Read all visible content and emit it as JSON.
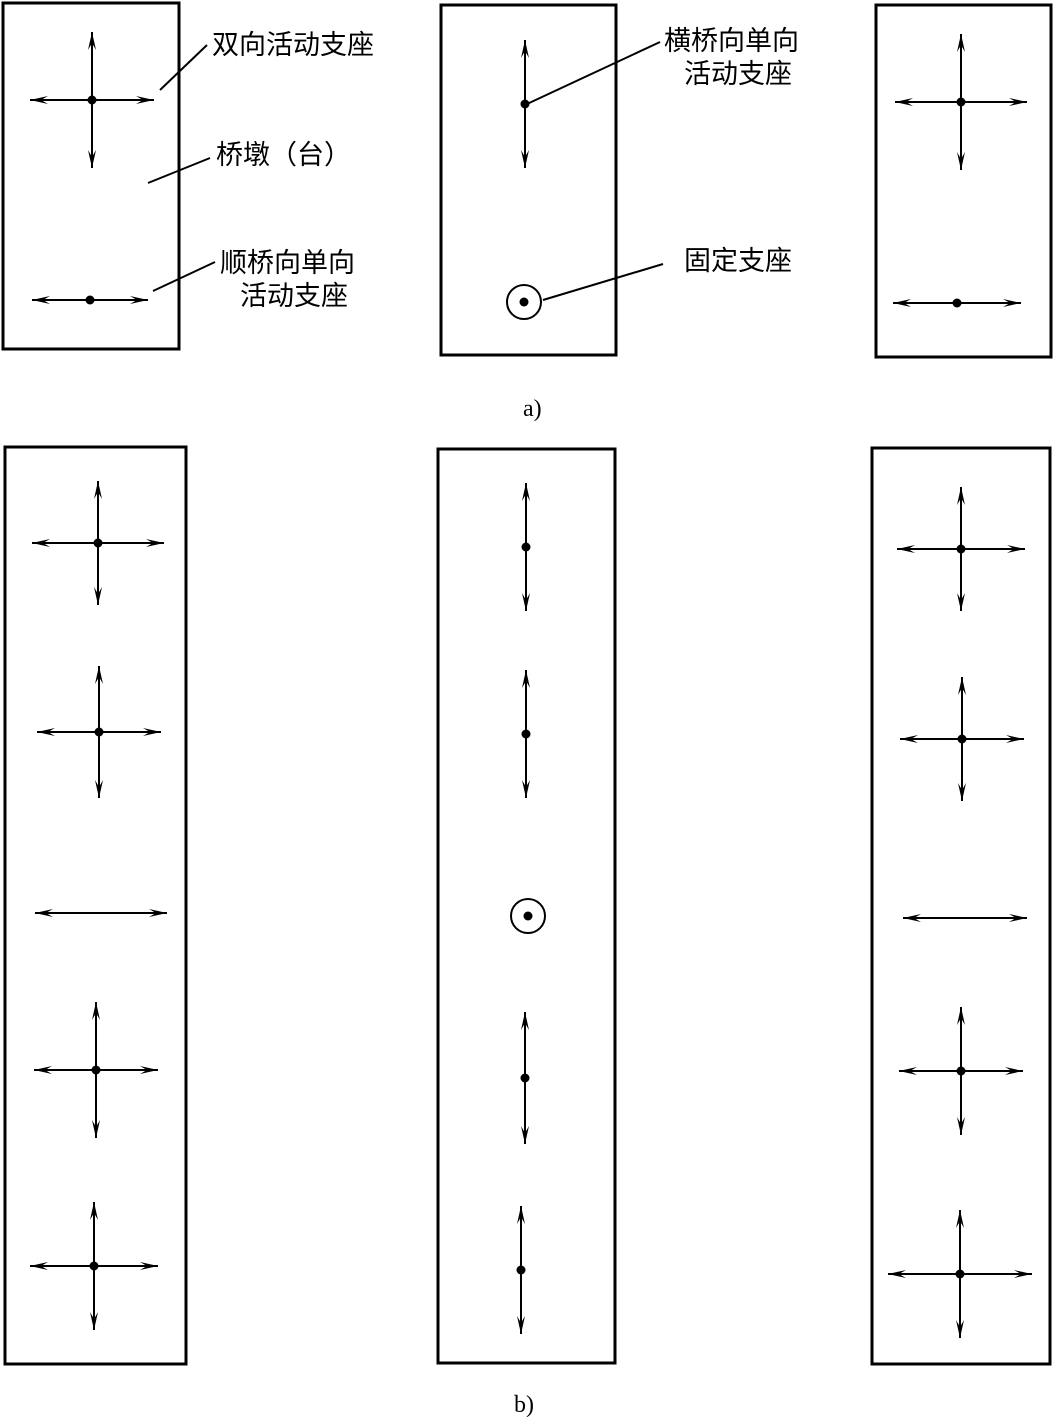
{
  "figure_a": {
    "caption": "a)",
    "labels": {
      "bidirectional": "双向活动支座",
      "pier": "桥墩（台）",
      "longitudinal_line1": "顺桥向单向",
      "longitudinal_line2": "活动支座",
      "transverse_line1": "横桥向单向",
      "transverse_line2": "活动支座",
      "fixed": "固定支座"
    }
  },
  "figure_b": {
    "caption": "b)"
  }
}
